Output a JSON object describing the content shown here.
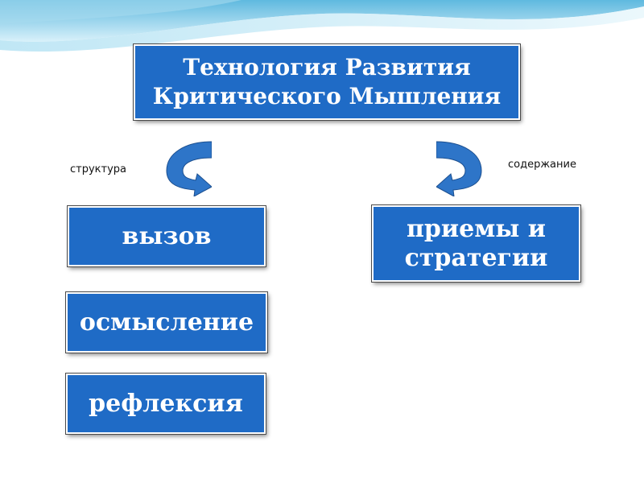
{
  "title": {
    "line1": "Технология Развития",
    "line2": "Критического Мышления"
  },
  "labels": {
    "left": "структура",
    "right": "содержание"
  },
  "structure_boxes": [
    "вызов",
    "осмысление",
    "рефлексия"
  ],
  "content_box": {
    "line1": "приемы и",
    "line2": "стратегии"
  },
  "colors": {
    "box_fill": "#1f6bc6",
    "box_text": "#ffffff",
    "arrow_fill": "#2e75c8",
    "header_wave": "#8fd0ea"
  }
}
